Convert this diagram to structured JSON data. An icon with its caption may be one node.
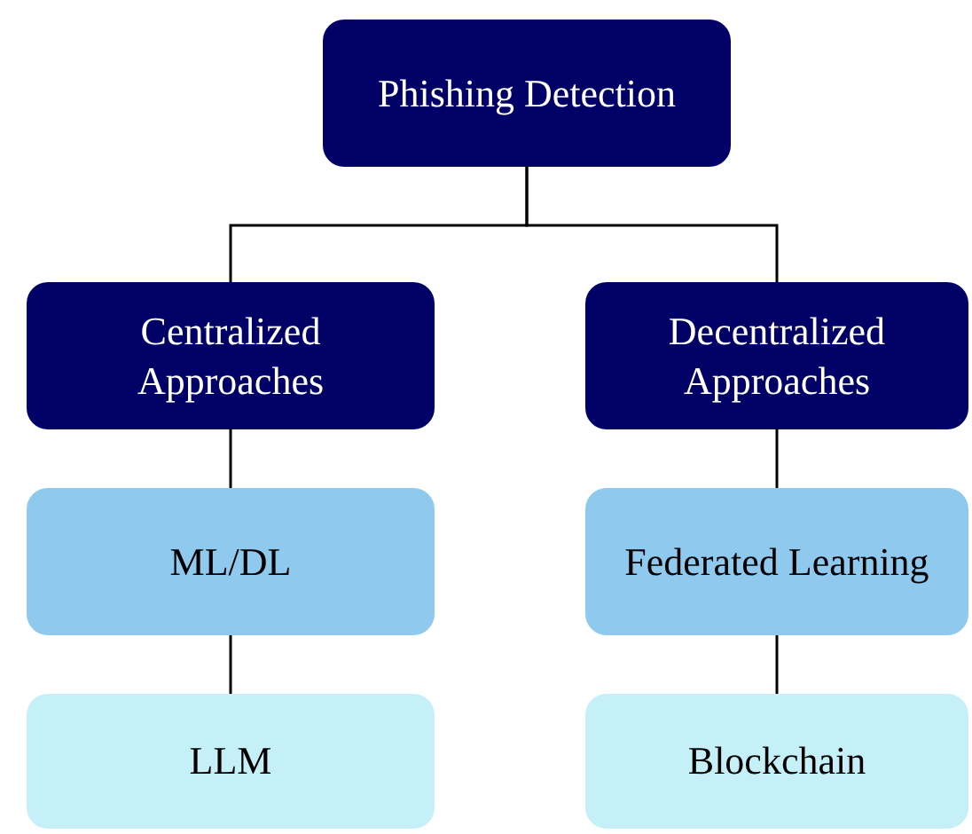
{
  "diagram": {
    "nodes": [
      {
        "text": [
          "Phishing Detection"
        ]
      },
      {
        "text": [
          "Centralized Approaches"
        ]
      },
      {
        "text": [
          "Decentralized Approaches"
        ]
      },
      {
        "text": [
          "ML/DL"
        ]
      },
      {
        "text": [
          "Federated Learning"
        ]
      },
      {
        "text": [
          "LLM"
        ]
      },
      {
        "text": [
          "Blockchain"
        ]
      }
    ],
    "edges": [
      {
        "from": 0,
        "to": 1,
        "arrow": "none"
      },
      {
        "from": 0,
        "to": 2,
        "arrow": "none"
      },
      {
        "from": 1,
        "to": 3,
        "arrow": "none"
      },
      {
        "from": 3,
        "to": 5,
        "arrow": "none"
      },
      {
        "from": 2,
        "to": 4,
        "arrow": "none"
      },
      {
        "from": 4,
        "to": 6,
        "arrow": "none"
      }
    ]
  }
}
